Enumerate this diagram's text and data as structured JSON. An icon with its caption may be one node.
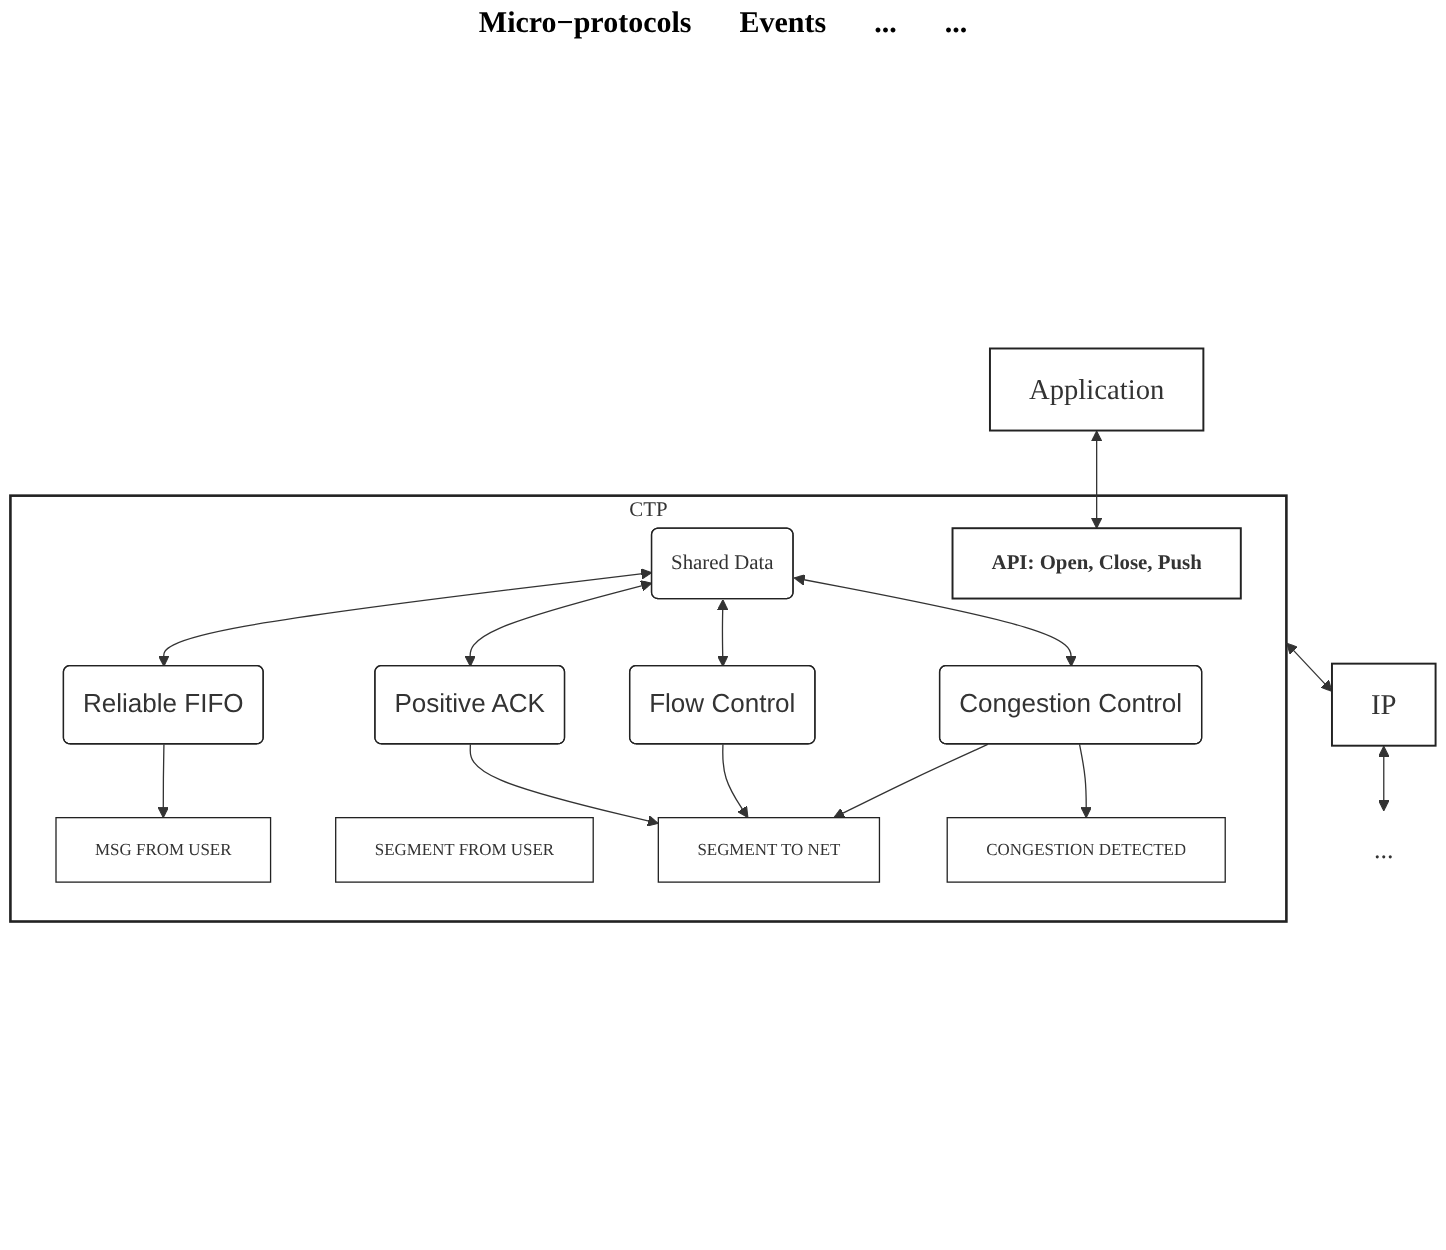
{
  "diagram": {
    "nodes": [
      {
        "text": [
          "Application"
        ]
      },
      {
        "text": [
          "CTP"
        ]
      },
      {
        "text": [
          "API: Open, Close, Push"
        ],
        "in": 1
      },
      {
        "text": [
          "Shared Data"
        ],
        "in": 1
      },
      {
        "text": [
          "Positive ACK"
        ],
        "in": 1
      },
      {
        "text": [
          "Flow Control"
        ],
        "in": 1
      },
      {
        "text": [
          "Reliable FIFO"
        ],
        "in": 1
      },
      {
        "text": [
          "Congestion Control"
        ],
        "in": 1
      },
      {
        "text": [
          "MSG FROM USER"
        ],
        "in": 1
      },
      {
        "text": [
          "SEGMENT FROM USER"
        ],
        "in": 1
      },
      {
        "text": [
          "SEGMENT TO NET"
        ],
        "in": 1
      },
      {
        "text": [
          "CONGESTION DETECTED"
        ],
        "in": 1
      },
      {
        "text": [
          "IP"
        ]
      },
      {
        "text": [
          "..."
        ]
      }
    ],
    "edges": [
      {
        "from": 0,
        "to": 2,
        "arrow": "both"
      },
      {
        "from": 3,
        "to": 4,
        "arrow": "both"
      },
      {
        "from": 3,
        "to": 5,
        "arrow": "both"
      },
      {
        "from": 3,
        "to": 6,
        "arrow": "both"
      },
      {
        "from": 3,
        "to": 7,
        "arrow": "both"
      },
      {
        "from": 4,
        "to": 10,
        "arrow": "to"
      },
      {
        "from": 5,
        "to": 10,
        "arrow": "to"
      },
      {
        "from": 6,
        "to": 8,
        "arrow": "to"
      },
      {
        "from": 7,
        "to": 10,
        "arrow": "to"
      },
      {
        "from": 7,
        "to": 11,
        "arrow": "to"
      },
      {
        "from": 1,
        "to": 12,
        "arrow": "both"
      },
      {
        "from": 12,
        "to": 13,
        "arrow": "both"
      }
    ],
    "labels": [
      "Micro−protocols",
      "Events",
      "...",
      "..."
    ]
  }
}
